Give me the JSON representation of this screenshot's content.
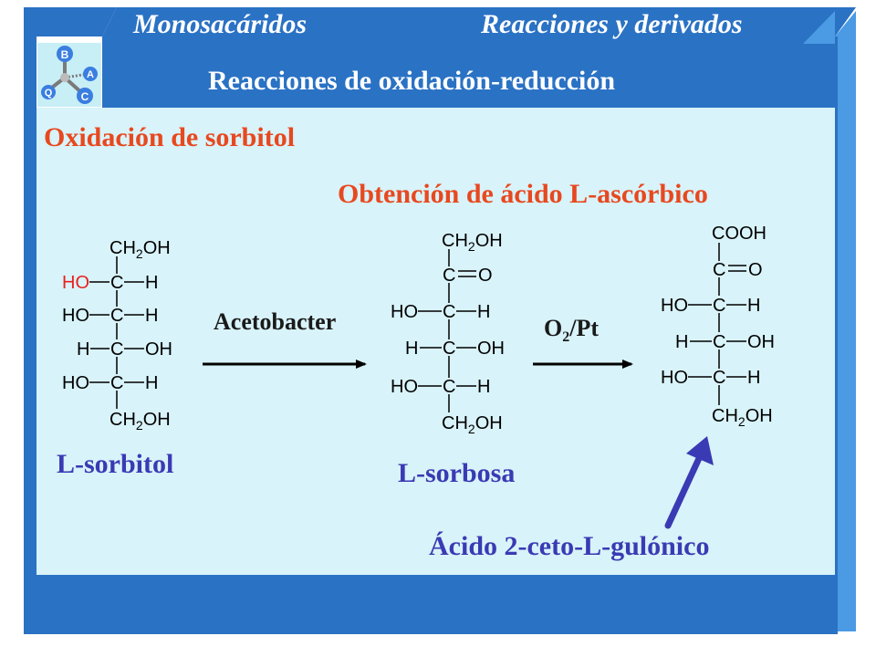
{
  "header": {
    "left_title": "Monosacáridos",
    "right_title": "Reacciones y derivados",
    "subtitle": "Reacciones de oxidación-reducción"
  },
  "logo": {
    "letters": [
      "B",
      "Q",
      "A",
      "C"
    ]
  },
  "content": {
    "section_title": "Oxidación de sorbitol",
    "process_title": "Obtención de ácido L-ascórbico",
    "step1_label": "Acetobacter",
    "step2_label": {
      "base": "O",
      "sub": "2",
      "rest": "/Pt"
    },
    "compound1_name": "L-sorbitol",
    "compound2_name": "L-sorbosa",
    "compound3_name": "Ácido 2-ceto-L-gulónico"
  },
  "molecules": {
    "sorbitol": {
      "top": "CH2OH",
      "rows": [
        [
          "HO",
          "H"
        ],
        [
          "HO",
          "H"
        ],
        [
          "H",
          "OH"
        ],
        [
          "HO",
          "H"
        ]
      ],
      "bottom": "CH2OH"
    },
    "sorbose": {
      "top": "CH2OH",
      "keto": "C=O",
      "rows": [
        [
          "HO",
          "H"
        ],
        [
          "H",
          "OH"
        ],
        [
          "HO",
          "H"
        ]
      ],
      "bottom": "CH2OH"
    },
    "ketogulonic": {
      "top": "COOH",
      "keto": "C=O",
      "rows": [
        [
          "HO",
          "H"
        ],
        [
          "H",
          "OH"
        ],
        [
          "HO",
          "H"
        ]
      ],
      "bottom": "CH2OH"
    }
  },
  "colors": {
    "frame_blue": "#2a72c4",
    "frame_light": "#4a9ae4",
    "panel": "#d8f3f9",
    "red_text": "#e8481f",
    "blue_text": "#3a3ab4",
    "highlight_ho": "#e8201f",
    "pointer_arrow": "#3a3ab4"
  }
}
